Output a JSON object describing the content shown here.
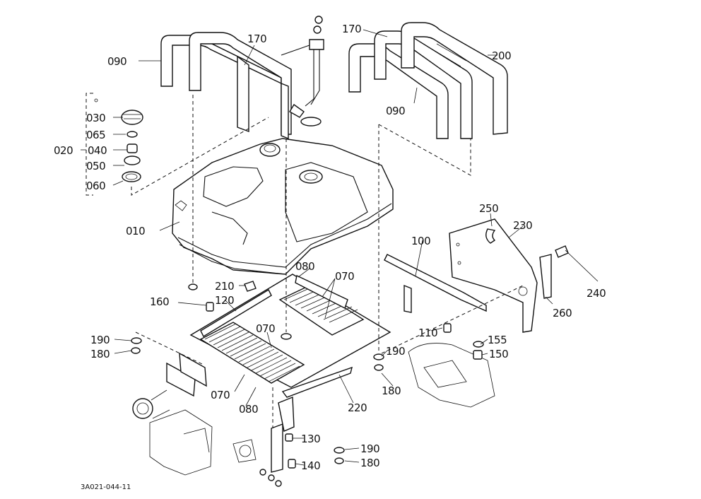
{
  "diagram": {
    "code": "3A021-044-11",
    "labels": {
      "p010": "010",
      "p020": "020",
      "p030": "030",
      "p040": "040",
      "p050": "050",
      "p060": "060",
      "p065": "065",
      "p070a": "070",
      "p070b": "070",
      "p070c": "070",
      "p080a": "080",
      "p080b": "080",
      "p090a": "090",
      "p090b": "090",
      "p100": "100",
      "p110": "110",
      "p120": "120",
      "p130": "130",
      "p140": "140",
      "p150": "150",
      "p155": "155",
      "p160": "160",
      "p170a": "170",
      "p170b": "170",
      "p180a": "180",
      "p180b": "180",
      "p180c": "180",
      "p190a": "190",
      "p190b": "190",
      "p190c": "190",
      "p200": "200",
      "p210": "210",
      "p220": "220",
      "p230": "230",
      "p240": "240",
      "p250": "250",
      "p260": "260"
    }
  }
}
